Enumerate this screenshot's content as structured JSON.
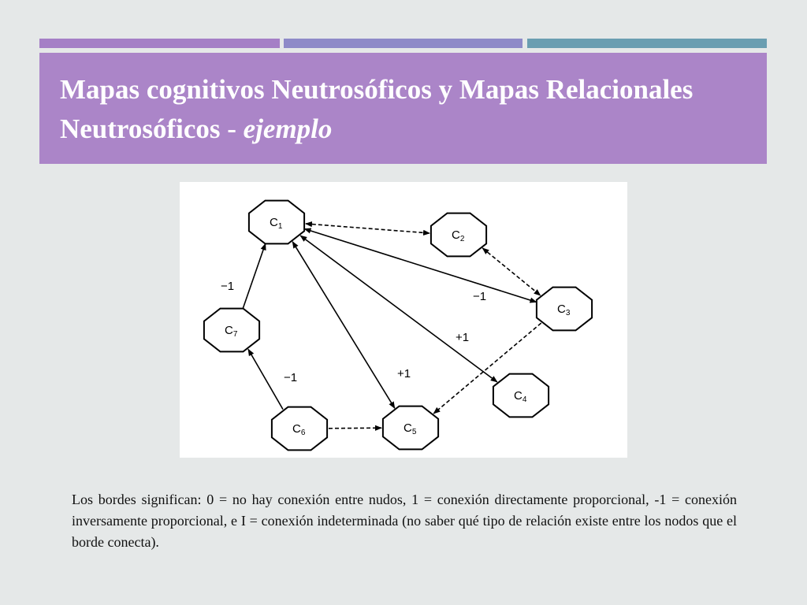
{
  "theme": {
    "bar_colors": [
      "#a57fc6",
      "#8e8ac8",
      "#6a9eb1"
    ],
    "title_bg": "#ab85c8",
    "background": "#e5e8e8"
  },
  "slide": {
    "title_main": "Mapas cognitivos Neutrosóficos y Mapas Relacionales Neutrosóficos - ",
    "title_emphasis": "ejemplo",
    "caption": "Los bordes significan: 0 = no hay conexión entre nudos, 1 = conexión directamente proporcional, -1 = conexión inversamente proporcional, e I = conexión indeterminada (no saber qué tipo de relación existe entre los nodos que el borde conecta)."
  },
  "diagram": {
    "nodes": [
      {
        "id": "C1",
        "letter": "C",
        "sub": "1"
      },
      {
        "id": "C2",
        "letter": "C",
        "sub": "2"
      },
      {
        "id": "C3",
        "letter": "C",
        "sub": "3"
      },
      {
        "id": "C4",
        "letter": "C",
        "sub": "4"
      },
      {
        "id": "C5",
        "letter": "C",
        "sub": "5"
      },
      {
        "id": "C6",
        "letter": "C",
        "sub": "6"
      },
      {
        "id": "C7",
        "letter": "C",
        "sub": "7"
      }
    ],
    "edges": [
      {
        "from": "C1",
        "to": "C2",
        "style": "dashed",
        "bidirectional": true,
        "label": ""
      },
      {
        "from": "C2",
        "to": "C3",
        "style": "dashed",
        "bidirectional": true,
        "label": ""
      },
      {
        "from": "C3",
        "to": "C1",
        "style": "solid",
        "bidirectional": true,
        "label": "−1"
      },
      {
        "from": "C1",
        "to": "C4",
        "style": "solid",
        "bidirectional": true,
        "label": "+1"
      },
      {
        "from": "C1",
        "to": "C5",
        "style": "solid",
        "bidirectional": true,
        "label": "+1"
      },
      {
        "from": "C7",
        "to": "C1",
        "style": "solid",
        "bidirectional": false,
        "label": "−1"
      },
      {
        "from": "C6",
        "to": "C7",
        "style": "solid",
        "bidirectional": false,
        "label": "−1"
      },
      {
        "from": "C6",
        "to": "C5",
        "style": "dashed",
        "bidirectional": false,
        "label": ""
      },
      {
        "from": "C3",
        "to": "C5",
        "style": "dashed",
        "bidirectional": false,
        "label": ""
      }
    ]
  }
}
